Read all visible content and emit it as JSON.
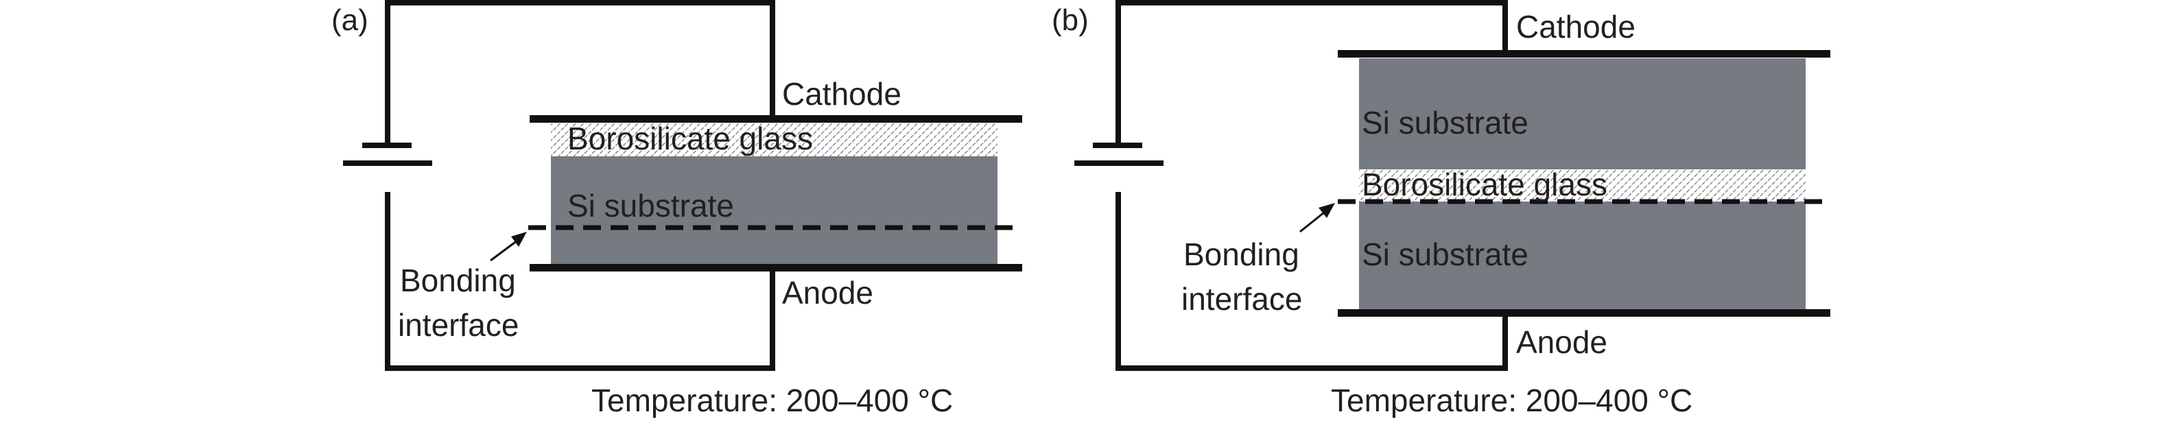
{
  "figure": {
    "panels": [
      {
        "id": "a",
        "label": "(a)",
        "electrodes": {
          "top": "Cathode",
          "bottom": "Anode"
        },
        "layers_top_to_bottom": [
          "Borosilicate glass",
          "Si substrate"
        ],
        "interface_label": [
          "Bonding",
          "interface"
        ],
        "condition": "Temperature: 200–400 °C"
      },
      {
        "id": "b",
        "label": "(b)",
        "electrodes": {
          "top": "Cathode",
          "bottom": "Anode"
        },
        "layers_top_to_bottom": [
          "Si substrate",
          "Borosilicate glass",
          "Si substrate"
        ],
        "interface_label": [
          "Bonding",
          "interface"
        ],
        "condition": "Temperature: 200–400 °C"
      }
    ],
    "colors": {
      "si_substrate": "#767a81",
      "glass_hatch": "#8a8c90",
      "lines": "#111111",
      "text": "#231f20"
    }
  }
}
